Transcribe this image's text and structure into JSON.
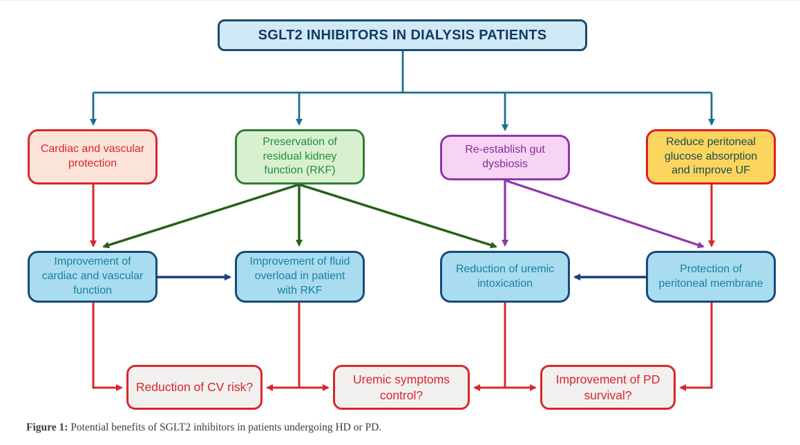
{
  "figure": {
    "title": "SGLT2 INHIBITORS IN DIALYSIS PATIENTS",
    "caption": {
      "label": "Figure 1:",
      "text": " Potential benefits of SGLT2 inhibitors in patients undergoing HD or PD."
    },
    "colors": {
      "teal_connector": "#17718e",
      "red": "#d9262b",
      "green_arrow": "#266019",
      "purple_arrow": "#8d35ad",
      "navy_arrow": "#1b3e78",
      "title_fill": "#cfe9f7",
      "title_border": "#1d4868",
      "red_box_fill": "#fce3da",
      "green_box_fill": "#d9f0d0",
      "purple_box_fill": "#f8d4f4",
      "yellow_box_fill": "#fbd55e",
      "yellow_box_text": "#1c4a52",
      "blue_box_fill": "#a9dcee",
      "blue_box_border": "#16497a",
      "blue_box_text": "#1781a6",
      "outcome_fill": "#f1f0ef"
    },
    "mechanism_boxes": [
      {
        "label": "Cardiac and vascular protection",
        "theme": "red"
      },
      {
        "label": "Preservation of residual kidney function (RKF)",
        "theme": "green"
      },
      {
        "label": "Re-establish gut dysbiosis",
        "theme": "purple"
      },
      {
        "label": "Reduce peritoneal glucose absorption and improve UF",
        "theme": "yellow"
      }
    ],
    "effect_boxes": [
      {
        "label": "Improvement of cardiac and vascular function"
      },
      {
        "label": "Improvement of fluid overload in patient with RKF"
      },
      {
        "label": "Reduction of uremic intoxication"
      },
      {
        "label": "Protection of peritoneal membrane"
      }
    ],
    "outcome_boxes": [
      {
        "label": "Reduction of CV risk?"
      },
      {
        "label": "Uremic symptoms control?"
      },
      {
        "label": "Improvement of PD survival?"
      }
    ]
  }
}
